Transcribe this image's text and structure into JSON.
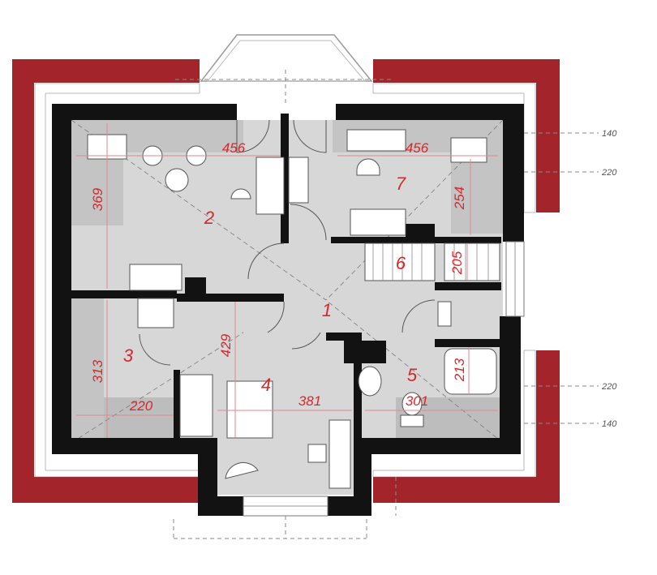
{
  "plan": {
    "rooms": [
      {
        "id": "room-1",
        "number": "1"
      },
      {
        "id": "room-2",
        "number": "2"
      },
      {
        "id": "room-3",
        "number": "3"
      },
      {
        "id": "room-4",
        "number": "4"
      },
      {
        "id": "room-5",
        "number": "5"
      },
      {
        "id": "room-6",
        "number": "6"
      },
      {
        "id": "room-7",
        "number": "7"
      }
    ],
    "dimensions": {
      "room2_width": "456",
      "room2_depth": "369",
      "room7_width": "456",
      "room7_depth": "254",
      "room6_depth": "205",
      "room3_depth": "313",
      "room3_width": "220",
      "room4_depth": "429",
      "room4_width": "381",
      "room5_depth": "213",
      "room5_width": "301"
    },
    "side_marks": {
      "top_1": "140",
      "top_2": "220",
      "bottom_1": "220",
      "bottom_2": "140"
    },
    "colors": {
      "roof": "#a3242a",
      "wall": "#121212",
      "floor": "#d7d7d7",
      "floor_dark": "#bdbdbd",
      "label": "#d8262b"
    }
  }
}
